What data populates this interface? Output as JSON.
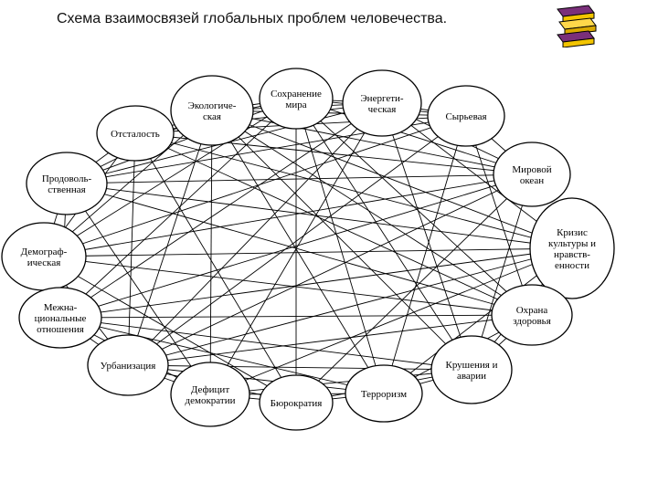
{
  "title": "Схема взаимосвязей глобальных проблем человечества.",
  "icon": "book-stack-icon",
  "nodes": [
    {
      "id": "eco",
      "lines": [
        "Экологиче-",
        "ская"
      ]
    },
    {
      "id": "peace",
      "lines": [
        "Сохранение",
        "мира"
      ]
    },
    {
      "id": "energy",
      "lines": [
        "Энергети-",
        "ческая"
      ]
    },
    {
      "id": "raw",
      "lines": [
        "Сырьевая"
      ]
    },
    {
      "id": "backward",
      "lines": [
        "Отсталость"
      ]
    },
    {
      "id": "ocean",
      "lines": [
        "Мировой",
        "океан"
      ]
    },
    {
      "id": "food",
      "lines": [
        "Продоволь-",
        "ственная"
      ]
    },
    {
      "id": "crisis",
      "lines": [
        "Кризис",
        "культуры и",
        "нравств-",
        "енности"
      ]
    },
    {
      "id": "demo",
      "lines": [
        "Демограф-",
        "ическая"
      ]
    },
    {
      "id": "health",
      "lines": [
        "Охрана",
        "здоровья"
      ]
    },
    {
      "id": "inter",
      "lines": [
        "Межна-",
        "циональные",
        "отношения"
      ]
    },
    {
      "id": "crash",
      "lines": [
        "Крушения и",
        "аварии"
      ]
    },
    {
      "id": "urban",
      "lines": [
        "Урбанизация"
      ]
    },
    {
      "id": "deficit",
      "lines": [
        "Дефицит",
        "демократии"
      ]
    },
    {
      "id": "bureau",
      "lines": [
        "Бюрократия"
      ]
    },
    {
      "id": "terror",
      "lines": [
        "Терроризм"
      ]
    }
  ]
}
